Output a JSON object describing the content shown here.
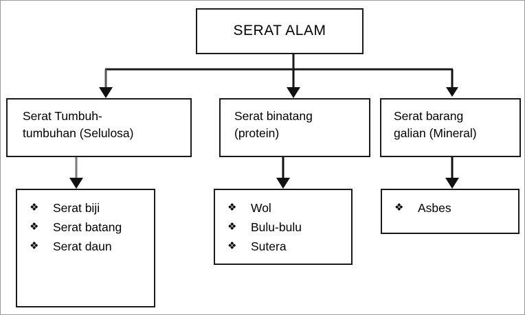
{
  "diagram": {
    "type": "hierarchy-tree",
    "root": {
      "id": "serat-alam",
      "label": "SERAT ALAM"
    },
    "level2": [
      {
        "id": "serat-tumbuhan",
        "label": "Serat Tumbuh-\ntumbuhan (Selulosa)"
      },
      {
        "id": "serat-binatang",
        "label": "Serat binatang\n(protein)"
      },
      {
        "id": "serat-barang-galian",
        "label": "Serat barang\ngalian (Mineral)"
      }
    ],
    "level3": [
      {
        "id": "list-tumbuhan",
        "bullet": "❖",
        "items": [
          "Serat biji",
          "Serat batang",
          "Serat daun"
        ]
      },
      {
        "id": "list-binatang",
        "bullet": "❖",
        "items": [
          "Wol",
          "Bulu-bulu",
          "Sutera"
        ]
      },
      {
        "id": "list-galian",
        "bullet": "❖",
        "items": [
          "Asbes"
        ]
      }
    ],
    "colors": {
      "box_border": "#1a1a1a",
      "connector": "#1a1a1a",
      "connector_gray": "#6e6e6e",
      "page_border": "#9a9a9a",
      "background": "#ffffff",
      "text": "#000000"
    }
  }
}
